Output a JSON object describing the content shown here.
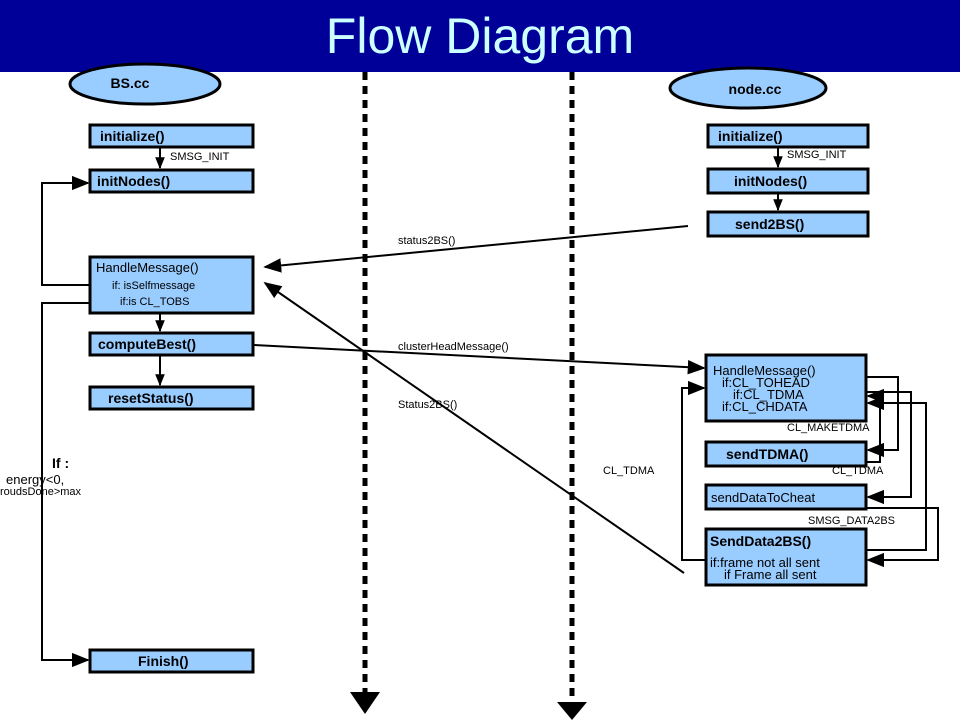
{
  "header": {
    "title": "Flow Diagram"
  },
  "colors": {
    "header_bg": "#000099",
    "title": "#ccffff",
    "box_fill": "#99ccff"
  },
  "bs": {
    "label": "BS.cc",
    "initialize": "initialize()",
    "smsg_init": "SMSG_INIT",
    "initNodes": "initNodes()",
    "handle_title": "HandleMessage()",
    "handle_line1": "if: isSelfmessage",
    "handle_line2": "if:is CL_TOBS",
    "computeBest": "computeBest()",
    "resetStatus": "resetStatus()",
    "finish": "Finish()",
    "cond_if": "If :",
    "cond_energy": "energy<0,",
    "cond_rounds": "roudsDone>max"
  },
  "node": {
    "label": "node.cc",
    "initialize": "initialize()",
    "smsg_init": "SMSG_INIT",
    "initNodes": "initNodes()",
    "send2bs": "send2BS()",
    "handle_title": "HandleMessage()",
    "handle_line1": "if:CL_TOHEAD",
    "handle_line2": "if:CL_TDMA",
    "handle_line3": "if:CL_CHDATA",
    "cl_maketdma": "CL_MAKETDMA",
    "sendTDMA": "sendTDMA()",
    "cl_tdma_right": "CL_TDMA",
    "cl_tdma_left": "CL_TDMA",
    "sendDataToCheat": "sendDataToCheat",
    "smsg_data2bs": "SMSG_DATA2BS",
    "sendData2BS_title": "SendData2BS()",
    "sendData2BS_line1": "if:frame not all sent",
    "sendData2BS_line2": "if Frame all sent"
  },
  "messages": {
    "status2bs": "status2BS()",
    "clusterHead": "clusterHeadMessage()",
    "status2bs_back": "Status2BS()"
  }
}
